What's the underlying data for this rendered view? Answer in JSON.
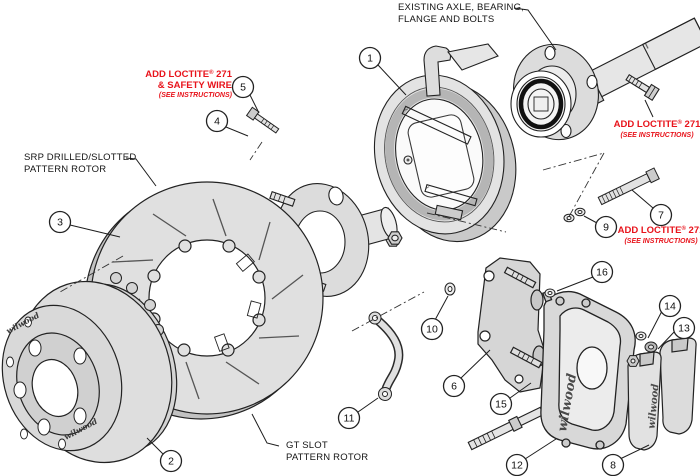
{
  "colors": {
    "accent_red": "#e8131b",
    "line_color": "#1d1d1d",
    "fill_light": "#e0e0e0",
    "fill_mid": "#c6c6c6",
    "background": "#ffffff"
  },
  "labels": {
    "axle_line1": "EXISTING AXLE, BEARING,",
    "axle_line2": "FLANGE AND BOLTS",
    "srp_line1": "SRP DRILLED/SLOTTED",
    "srp_line2": "PATTERN ROTOR",
    "gt_line1": "GT SLOT",
    "gt_line2": "PATTERN ROTOR"
  },
  "red_labels": {
    "add_loctite": "ADD LOCTITE",
    "reg_mark": "®",
    "num_271": " 271",
    "safety_wire": "& SAFETY WIRE",
    "see_instructions": "(SEE INSTRUCTIONS)"
  },
  "brand_marking": "wilwood",
  "callouts": [
    {
      "n": "1"
    },
    {
      "n": "2"
    },
    {
      "n": "3"
    },
    {
      "n": "4"
    },
    {
      "n": "5"
    },
    {
      "n": "6"
    },
    {
      "n": "7"
    },
    {
      "n": "8"
    },
    {
      "n": "9"
    },
    {
      "n": "10"
    },
    {
      "n": "11"
    },
    {
      "n": "12"
    },
    {
      "n": "13"
    },
    {
      "n": "14"
    },
    {
      "n": "15"
    },
    {
      "n": "16"
    }
  ]
}
